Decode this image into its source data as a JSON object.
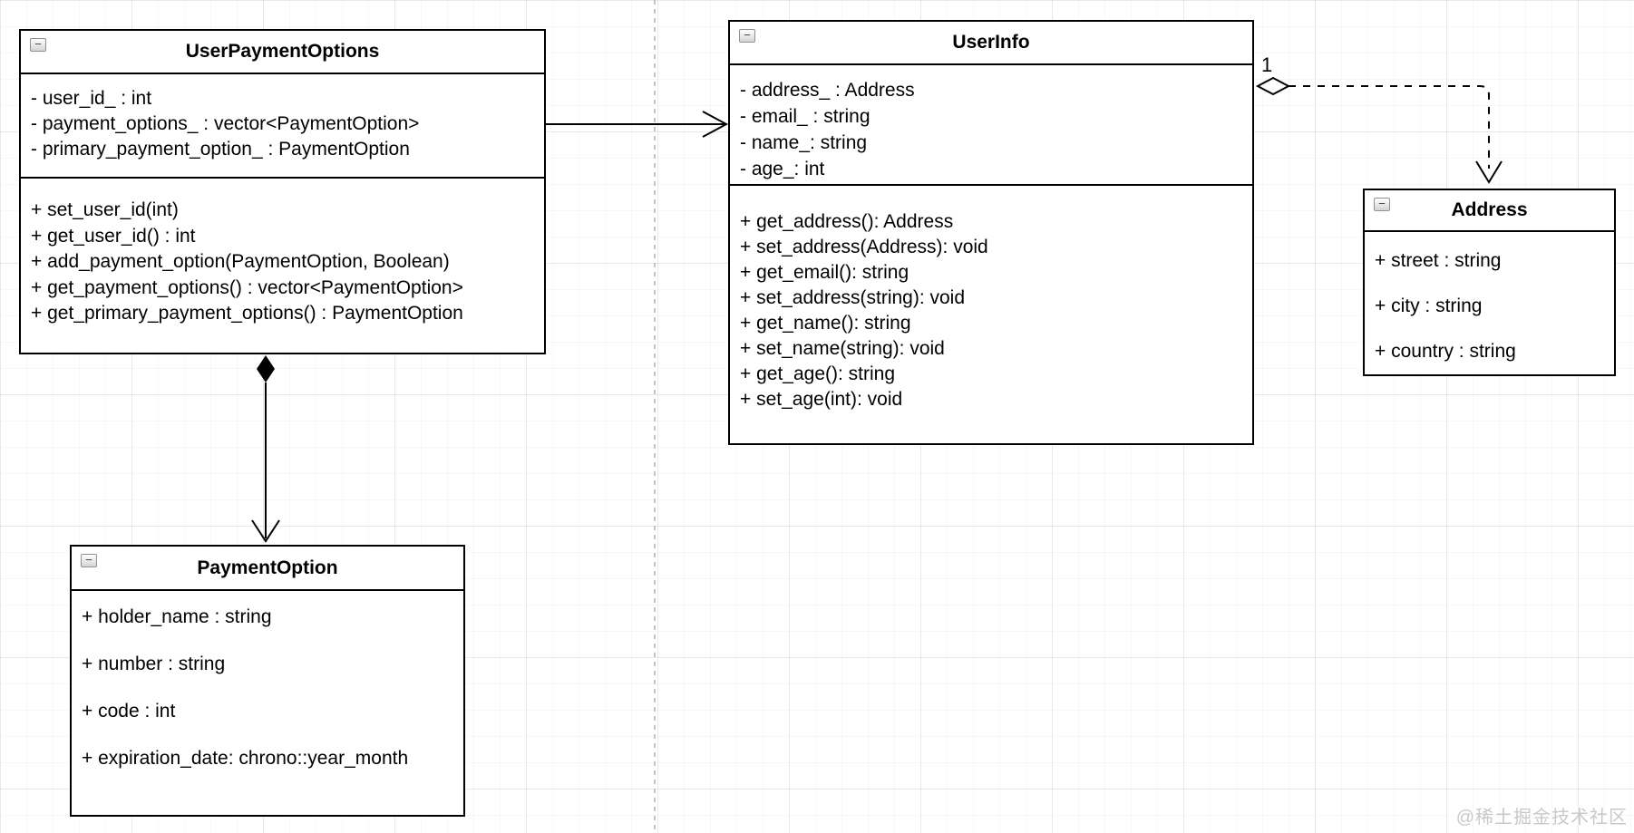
{
  "ui": {
    "collapse_glyph": "−"
  },
  "diagram": {
    "classes": [
      {
        "title": "UserPaymentOptions",
        "icon": "minus-icon",
        "attributes": [
          "- user_id_ : int",
          "- payment_options_ : vector<PaymentOption>",
          "- primary_payment_option_ : PaymentOption"
        ],
        "methods": [
          "+ set_user_id(int)",
          "+ get_user_id() : int",
          "+ add_payment_option(PaymentOption, Boolean)",
          "+ get_payment_options() : vector<PaymentOption>",
          "+ get_primary_payment_options() : PaymentOption"
        ]
      },
      {
        "title": "UserInfo",
        "icon": "minus-icon",
        "attributes": [
          "- address_ : Address",
          "- email_ : string",
          "- name_: string",
          "- age_: int"
        ],
        "methods": [
          "+ get_address(): Address",
          "+ set_address(Address): void",
          "+ get_email(): string",
          "+ set_address(string): void",
          "+ get_name(): string",
          "+ set_name(string): void",
          "+ get_age(): string",
          "+ set_age(int): void"
        ]
      },
      {
        "title": "Address",
        "icon": "minus-icon",
        "attributes": [
          "+ street : string",
          "+ city : string",
          "+ country : string"
        ],
        "methods": []
      },
      {
        "title": "PaymentOption",
        "icon": "minus-icon",
        "attributes": [
          "+ holder_name : string",
          "+ number : string",
          "+ code : int",
          "+ expiration_date: chrono::year_month"
        ],
        "methods": []
      }
    ],
    "relationships": [
      {
        "from": "UserPaymentOptions",
        "to": "UserInfo",
        "type": "association",
        "line": "solid",
        "arrowhead": "open"
      },
      {
        "from": "UserPaymentOptions",
        "to": "PaymentOption",
        "type": "composition",
        "line": "solid",
        "arrowhead": "open",
        "diamond": "filled"
      },
      {
        "from": "UserInfo",
        "to": "Address",
        "type": "aggregation",
        "line": "dashed",
        "arrowhead": "open",
        "diamond": "hollow",
        "multiplicity": "1"
      }
    ],
    "colors": {
      "stroke": "#000000",
      "box_fill": "#ffffff",
      "page_divider": "#b0b0b0",
      "watermark": "#c9c9c9"
    },
    "watermark": "@稀土掘金技术社区"
  }
}
